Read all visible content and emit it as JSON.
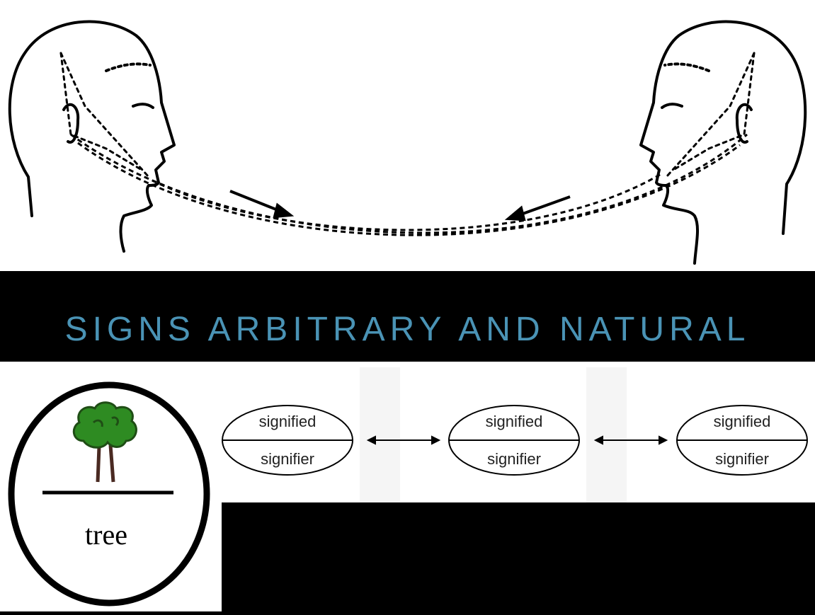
{
  "title": "SIGNS ARBITRARY AND NATURAL",
  "colors": {
    "title": "#4a93b5",
    "background": "#000000",
    "panel": "#ffffff",
    "tree_foliage": "#2e8b22",
    "tree_trunk": "#4a2a22"
  },
  "sign_card": {
    "word": "tree",
    "concept_icon": "tree-icon"
  },
  "sign_chain": {
    "signs": [
      {
        "top_label": "signified",
        "bottom_label": "signifier"
      },
      {
        "top_label": "signified",
        "bottom_label": "signifier"
      },
      {
        "top_label": "signified",
        "bottom_label": "signifier"
      }
    ]
  }
}
